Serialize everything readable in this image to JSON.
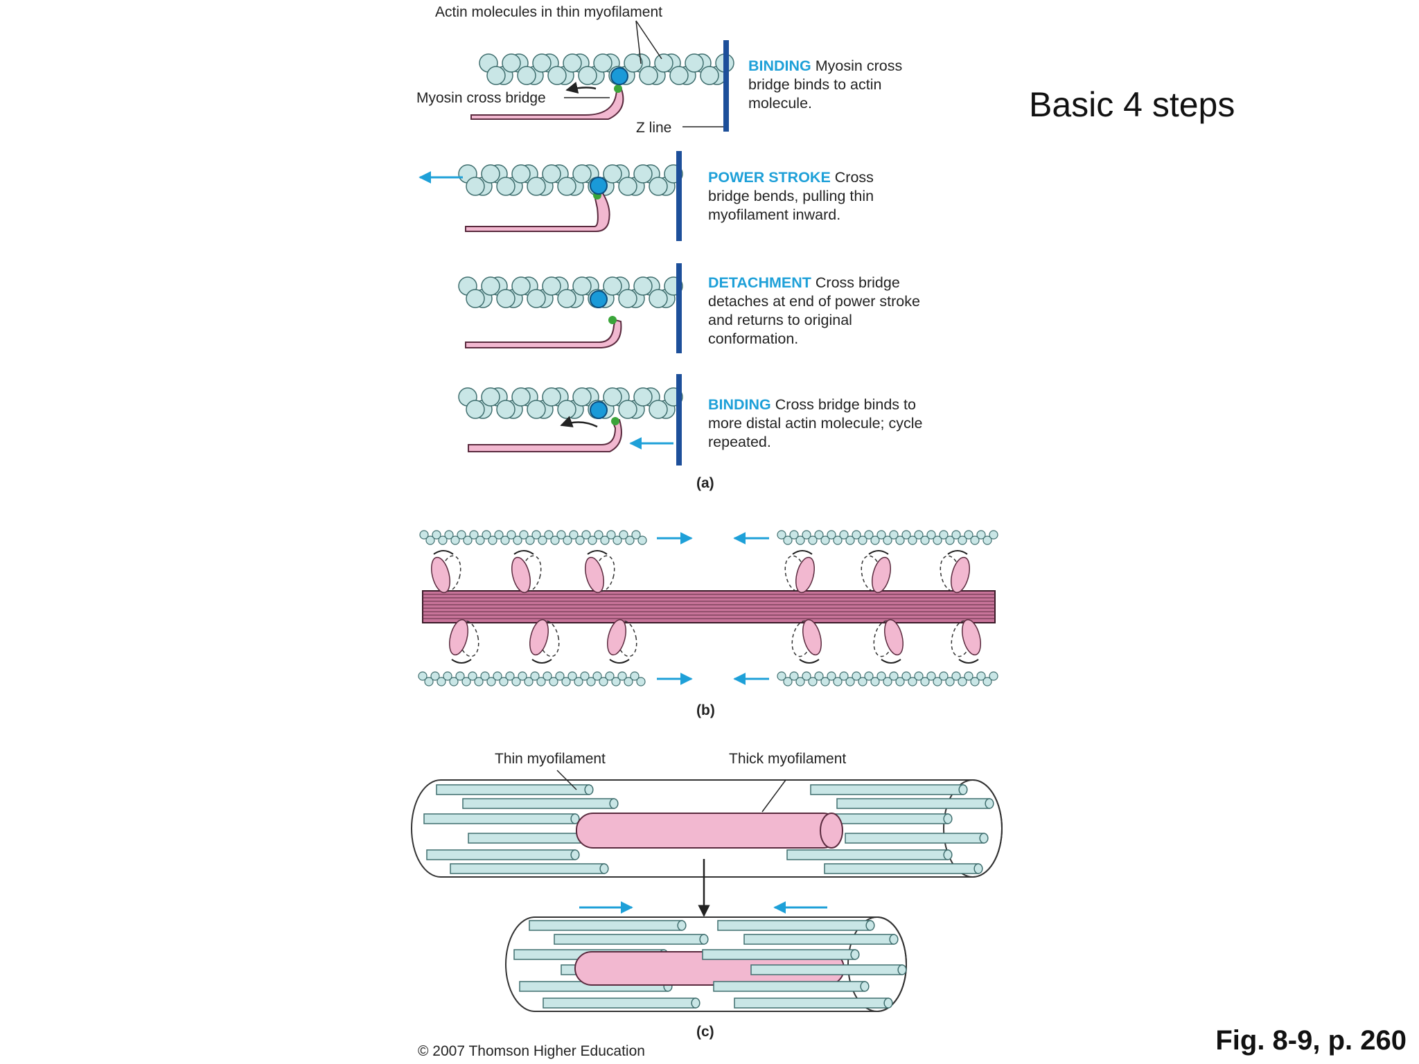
{
  "slide": {
    "title": "Basic 4 steps",
    "figure_ref": "Fig. 8-9, p. 260",
    "copyright": "© 2007 Thomson Higher Education"
  },
  "labels": {
    "actin": "Actin molecules in thin myofilament",
    "myosin": "Myosin cross bridge",
    "zline": "Z line",
    "thin": "Thin myofilament",
    "thick": "Thick myofilament"
  },
  "panels": [
    "(a)",
    "(b)",
    "(c)"
  ],
  "steps": [
    {
      "keyword": "BINDING",
      "text": "Myosin cross bridge binds to actin molecule."
    },
    {
      "keyword": "POWER STROKE",
      "text": "Cross bridge bends, pulling thin myofilament inward."
    },
    {
      "keyword": "DETACHMENT",
      "text": "Cross bridge detaches at end of power stroke and returns to original conformation."
    },
    {
      "keyword": "BINDING",
      "text": "Cross bridge binds to more distal actin molecule; cycle repeated."
    }
  ],
  "colors": {
    "actin": "#c9e6e6",
    "actin_stroke": "#3f6e6e",
    "myosin": "#f2b8d0",
    "myosin_stroke": "#5a2a3e",
    "zline": "#1d4f9a",
    "accent": "#1ea0d8",
    "binding_site": "#3aa53a"
  }
}
